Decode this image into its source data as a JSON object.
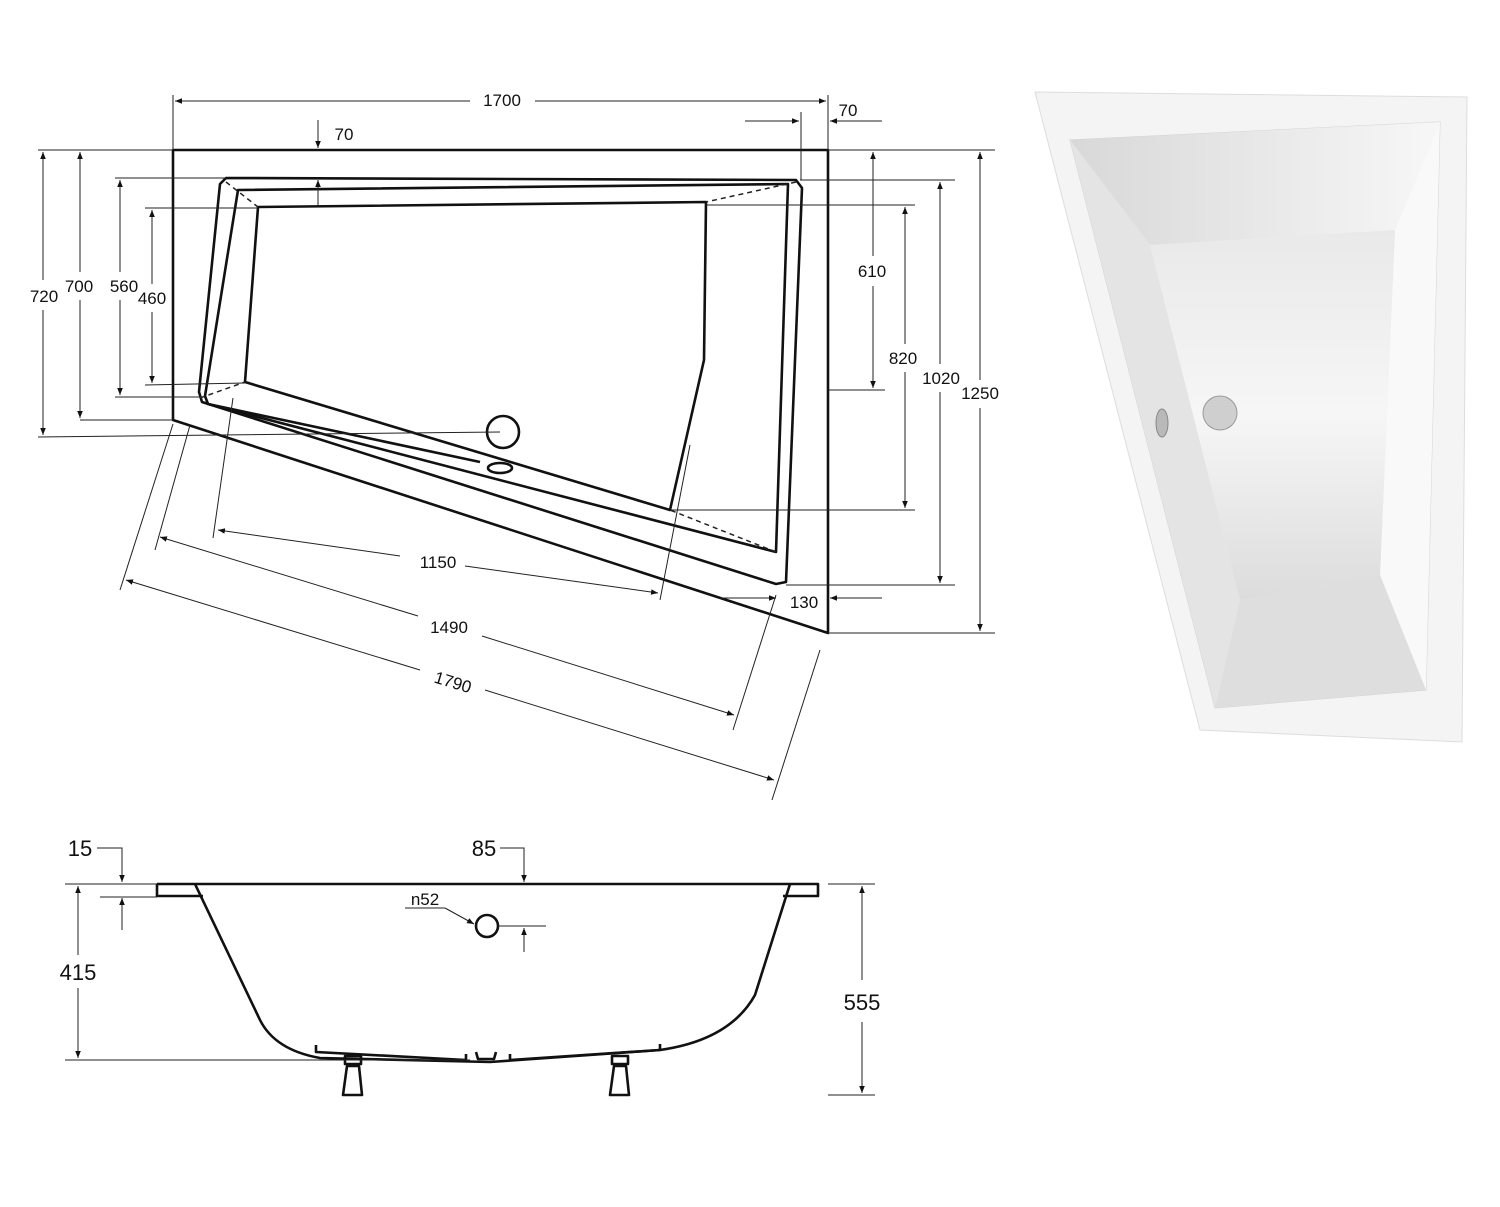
{
  "top_view": {
    "dimensions": {
      "overall_length": "1700",
      "right_rim": "70",
      "top_rim": "70",
      "left_720": "720",
      "left_700": "700",
      "left_560": "560",
      "left_460": "460",
      "right_610": "610",
      "right_820": "820",
      "right_1020": "1020",
      "right_1250": "1250",
      "right_130": "130",
      "diag_1150": "1150",
      "diag_1490": "1490",
      "diag_1790": "1790"
    }
  },
  "side_view": {
    "dimensions": {
      "rim_15": "15",
      "rim_85": "85",
      "overflow": "n52",
      "depth_415": "415",
      "height_555": "555"
    }
  },
  "colors": {
    "line": "#111111",
    "background": "#ffffff",
    "acrylic": "#f2f2f2"
  }
}
